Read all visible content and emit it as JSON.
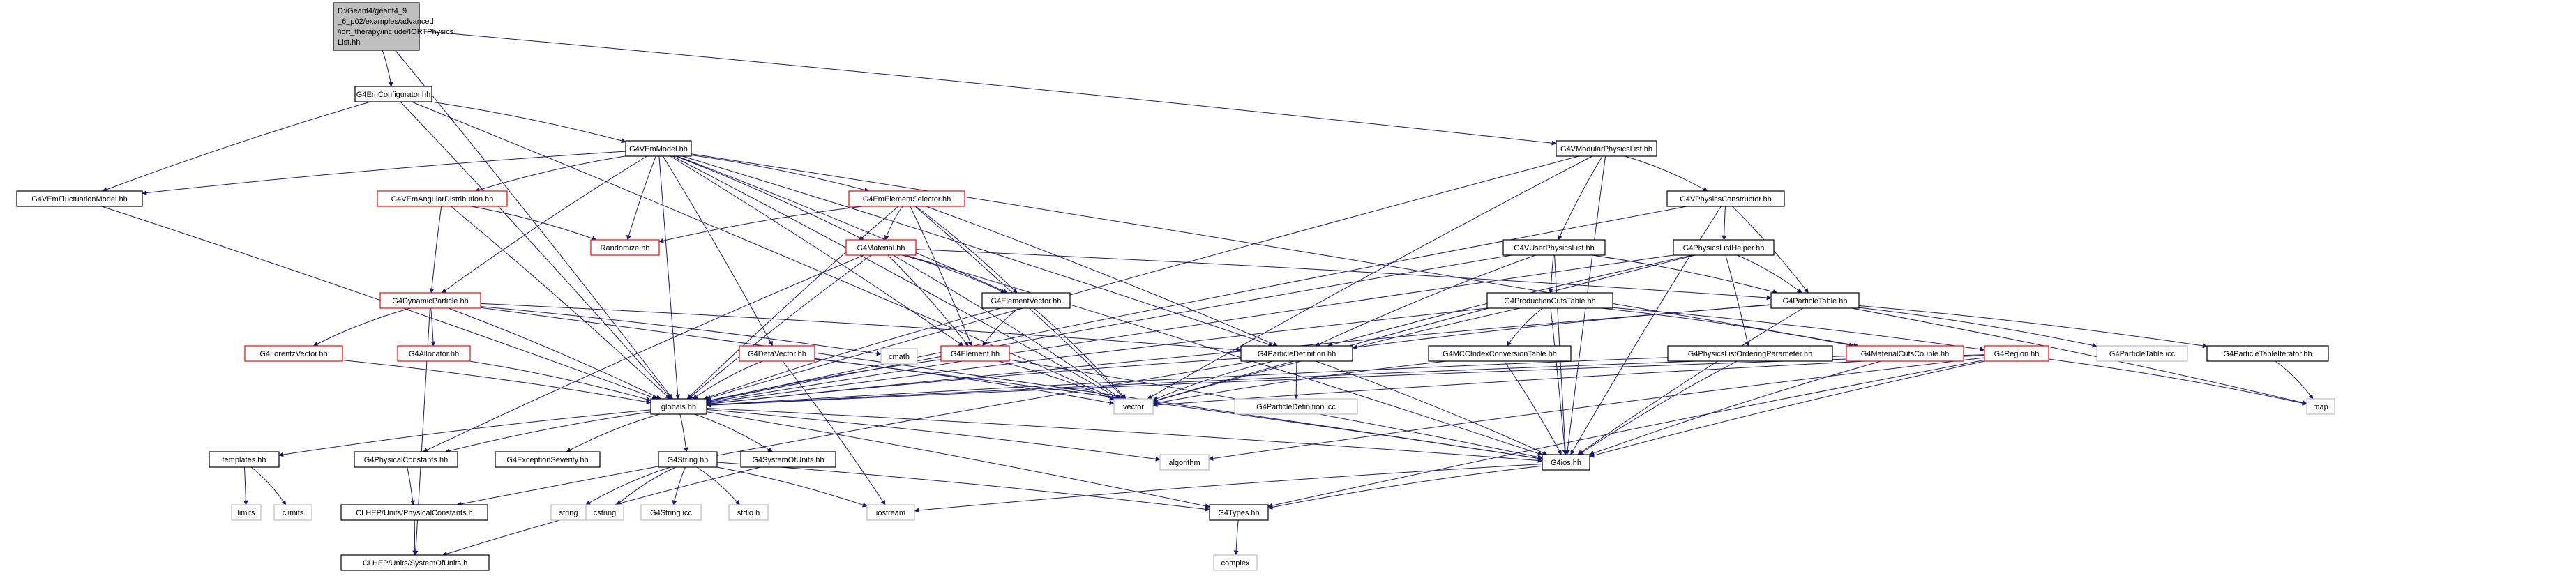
{
  "title": "D:/Geant4/geant4_9_6_p02/examples/advanced/ion_therapy/include/IORTPhysicsList.hh",
  "colors": {
    "root_fill": "#bfbfbf",
    "normal_fill": "#ffffff",
    "normal_stroke": "#000000",
    "red_stroke": "#ff0000",
    "gray_stroke": "#bfbfbf",
    "edge": "#191970",
    "red_text": "#000000"
  },
  "root": {
    "lines": [
      "D:/Geant4/geant4_9",
      "_6_p02/examples/advanced",
      "/iort_therapy/include/IORTPhysics",
      "List.hh"
    ]
  },
  "nodes": {
    "emconfig": "G4EmConfigurator.hh",
    "vemmodel": "G4VEmModel.hh",
    "vmodular": "G4VModularPhysicsList.hh",
    "vemfluct": "G4VEmFluctuationModel.hh",
    "vemangular": "G4VEmAngularDistribution.hh",
    "randomize": "Randomize.hh",
    "emelemsel": "G4EmElementSelector.hh",
    "material": "G4Material.hh",
    "vphysconst": "G4VPhysicsConstructor.hh",
    "vuserphys": "G4VUserPhysicsList.hh",
    "physlisthelper": "G4PhysicsListHelper.hh",
    "dynparticle": "G4DynamicParticle.hh",
    "elemvector": "G4ElementVector.hh",
    "prodcuts": "G4ProductionCutsTable.hh",
    "particletable": "G4ParticleTable.hh",
    "lorentz": "G4LorentzVector.hh",
    "allocator": "G4Allocator.hh",
    "cmath": "cmath",
    "datavector": "G4DataVector.hh",
    "element": "G4Element.hh",
    "particledef": "G4ParticleDefinition.hh",
    "mccindex": "G4MCCIndexConversionTable.hh",
    "matcuts": "G4MaterialCutsCouple.hh",
    "region": "G4Region.hh",
    "physlistorder": "G4PhysicsListOrderingParameter.hh",
    "ptableicc": "G4ParticleTable.icc",
    "ptableiter": "G4ParticleTableIterator.hh",
    "globals": "globals.hh",
    "vector": "vector",
    "particledeficc": "G4ParticleDefinition.icc",
    "map": "map",
    "templates": "templates.hh",
    "physconsts": "G4PhysicalConstants.hh",
    "excsev": "G4ExceptionSeverity.hh",
    "g4string": "G4String.hh",
    "sysunits": "G4SystemOfUnits.hh",
    "algorithm": "algorithm",
    "g4ios": "G4ios.hh",
    "limits": "limits",
    "climits": "climits",
    "string": "string",
    "cstring": "cstring",
    "g4stringicc": "G4String.icc",
    "stdio": "stdio.h",
    "iostream": "iostream",
    "g4types": "G4Types.hh",
    "clhepconst": "CLHEP/Units/PhysicalConstants.h",
    "clhepunits": "CLHEP/Units/SystemOfUnits.h",
    "complex": "complex"
  }
}
